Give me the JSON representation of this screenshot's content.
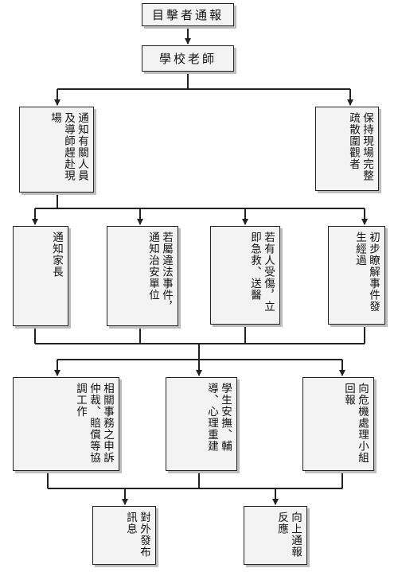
{
  "nodes": {
    "witness_report": "目擊者通報",
    "school_teacher": "學校老師",
    "notify_staff": "通知有關人員及導師趕赴現場",
    "preserve_scene": "保持現場完整疏散圍觀者",
    "notify_parents": "通知家長",
    "notify_police": "若屬違法事件，通知治安單位",
    "first_aid": "若有人受傷，立即急救、送醫",
    "understand_event": "初步瞭解事件發生經過",
    "mediation": "相關事務之申訴仲裁、賠償等協調工作",
    "counseling": "學生安撫、輔導、心理重建",
    "report_crisis_team": "向危機處理小組回報",
    "external_release": "對外發布訊息",
    "report_upward": "向上通報反應"
  }
}
